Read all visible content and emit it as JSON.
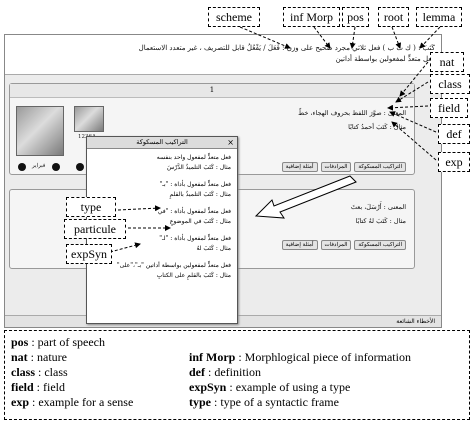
{
  "callouts": {
    "scheme": "scheme",
    "inf_morp": "inf Morp",
    "pos": "pos",
    "root": "root",
    "lemma": "lemma",
    "nat": "nat",
    "class": "class",
    "field": "field",
    "def": "def",
    "exp": "exp",
    "type": "type",
    "particule": "particule",
    "expsyn": "expSyn"
  },
  "header": {
    "line1": "كَتَبَ : ( ك ت ب ) فعل ثلاثي مجرد صحيح على وزن : فَعَلَ / يَفْعُلُ قابل للتصريف ، غير متعدد الاستعمال",
    "line2": "فعل متعدٍّ لمفعولين بواسطة أداتين"
  },
  "panel1": {
    "number": "1",
    "meaning": "المعنى : صوَّرَ اللفظ بحروف الهجاء، خطّ",
    "example": "مثال : كَتَبَ أحمدُ كتابًا",
    "date_label": "فبراير",
    "img_caption": "1236A",
    "tabs": [
      "التراكيب المسكوكة",
      "المرادفات",
      "أمثلة إضافية"
    ]
  },
  "panel2": {
    "meaning": "المعنى : أَرْسَلَ، بعثَ",
    "example": "مثال : كَتَبَ لهُ كتابًا",
    "tabs": [
      "التراكيب المسكوكة",
      "المرادفات",
      "أمثلة إضافية"
    ]
  },
  "dialog": {
    "title": "التراكيب المسكوكة",
    "close": "×",
    "entries": [
      {
        "frame": "فعل متعدٍّ لمفعول واحد بنفسه",
        "example": "مثال : كَتَبَ التلميذُ الدَّرْسَ"
      },
      {
        "frame": "فعل متعدٍّ لمفعول بأداة : \"بـ\"",
        "example": "مثال : كَتَبَ التلميذُ بالقلمِ"
      },
      {
        "frame": "فعل متعدٍّ لمفعول بأداة : \"في\"",
        "example": "مثال : كَتَبَ في الموضوعِ"
      },
      {
        "frame": "فعل متعدٍّ لمفعول بأداة : \"لـ\"",
        "example": "مثال : كَتَبَ لهُ"
      },
      {
        "frame": "فعل متعدٍّ لمفعولين بواسطة أداتين \"بـ\"،\"على\"",
        "example": "مثال : كَتَبَ بالقلمِ على الكتابِ"
      }
    ]
  },
  "statusbar": {
    "text": "الأخطاء الشائعة"
  },
  "legend": {
    "rows": [
      [
        {
          "term": "pos",
          "desc": " : part of speech"
        }
      ],
      [
        {
          "term": "nat",
          "desc": " : nature"
        },
        {
          "term": "inf Morp",
          "desc": " : Morphlogical piece of information"
        }
      ],
      [
        {
          "term": "class",
          "desc": " : class"
        },
        {
          "term": "def",
          "desc": " : definition"
        }
      ],
      [
        {
          "term": "field",
          "desc": " : field"
        },
        {
          "term": "expSyn",
          "desc": " : example of using a type"
        }
      ],
      [
        {
          "term": "exp",
          "desc": " : example for a sense"
        },
        {
          "term": "type",
          "desc": " : type of a syntactic frame"
        }
      ]
    ]
  }
}
